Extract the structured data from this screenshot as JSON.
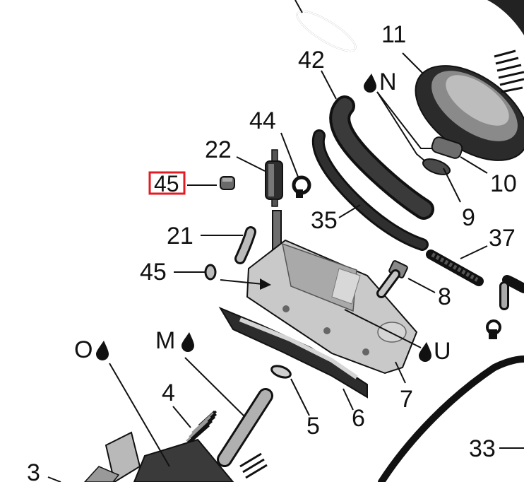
{
  "callouts": {
    "c11": "11",
    "c42": "42",
    "cN": "N",
    "c44": "44",
    "c22": "22",
    "c45_highlighted": "45",
    "c10": "10",
    "c9": "9",
    "c35": "35",
    "c21": "21",
    "c37": "37",
    "c45": "45",
    "c8": "8",
    "cO": "O",
    "cM": "M",
    "cU": "U",
    "c7": "7",
    "c4": "4",
    "c5": "5",
    "c6": "6",
    "c33": "33",
    "c3": "3"
  },
  "highlight_color": "#e31b23"
}
